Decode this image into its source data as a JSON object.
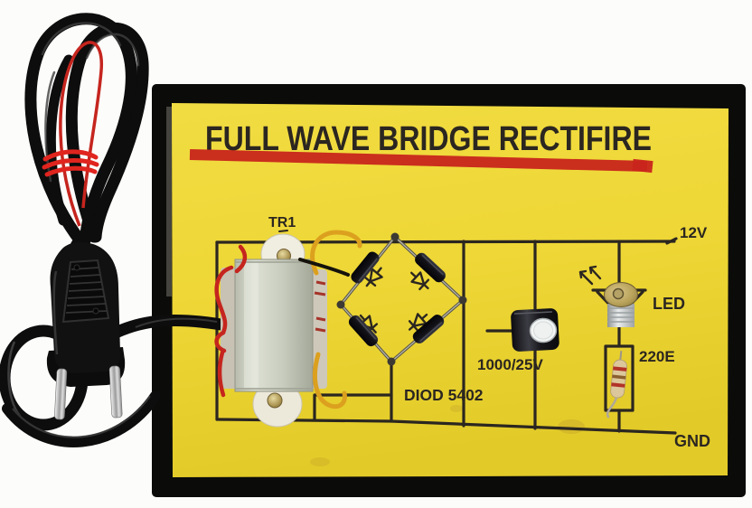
{
  "scene": {
    "description": "Product photo: full wave bridge rectifier demonstration board (yellow card in black frame) with coiled two-pin power cord on the left",
    "board": {
      "title": "FULL WAVE BRIDGE RECTIFIRE",
      "labels": {
        "transformer_ref": "TR1",
        "output_positive": "12V",
        "led": "LED",
        "resistor_value": "220E",
        "capacitor_value": "1000/25V",
        "diode_part": "DIOD 5402",
        "ground": "GND"
      }
    },
    "colors": {
      "background_white": "#fcfcfa",
      "frame_black": "#0b0b09",
      "paper_yellow": "#eed736",
      "paper_yellow_deep": "#ddc522",
      "ink_black": "#2b2620",
      "marker_red": "#c9251c",
      "wire_red": "#c5251e",
      "wire_yellow": "#dca01f",
      "cord_black": "#0d0d0d",
      "metal_silver": "#c9ccc0",
      "brass_gold": "#b7a159"
    }
  }
}
